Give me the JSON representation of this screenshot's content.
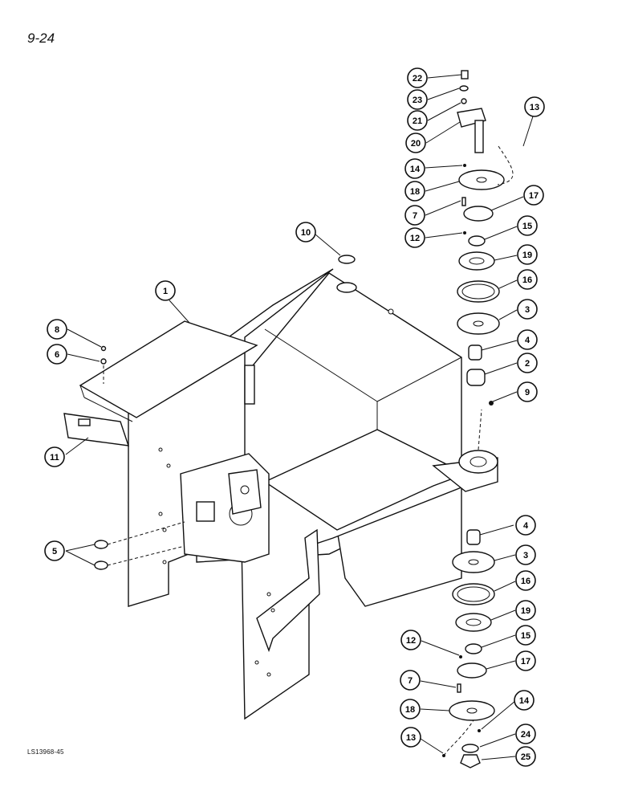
{
  "page_number": "9-24",
  "reference_code": "LS13968-45",
  "callouts": [
    {
      "id": "c22a",
      "label": "22"
    },
    {
      "id": "c23",
      "label": "23"
    },
    {
      "id": "c21",
      "label": "21"
    },
    {
      "id": "c20",
      "label": "20"
    },
    {
      "id": "c13a",
      "label": "13"
    },
    {
      "id": "c14a",
      "label": "14"
    },
    {
      "id": "c18a",
      "label": "18"
    },
    {
      "id": "c17a",
      "label": "17"
    },
    {
      "id": "c7a",
      "label": "7"
    },
    {
      "id": "c15a",
      "label": "15"
    },
    {
      "id": "c12a",
      "label": "12"
    },
    {
      "id": "c10",
      "label": "10"
    },
    {
      "id": "c19a",
      "label": "19"
    },
    {
      "id": "c16a",
      "label": "16"
    },
    {
      "id": "c1",
      "label": "1"
    },
    {
      "id": "c3a",
      "label": "3"
    },
    {
      "id": "c8",
      "label": "8"
    },
    {
      "id": "c4a",
      "label": "4"
    },
    {
      "id": "c6",
      "label": "6"
    },
    {
      "id": "c2",
      "label": "2"
    },
    {
      "id": "c9",
      "label": "9"
    },
    {
      "id": "c11",
      "label": "11"
    },
    {
      "id": "c4b",
      "label": "4"
    },
    {
      "id": "c5",
      "label": "5"
    },
    {
      "id": "c3b",
      "label": "3"
    },
    {
      "id": "c16b",
      "label": "16"
    },
    {
      "id": "c19b",
      "label": "19"
    },
    {
      "id": "c12b",
      "label": "12"
    },
    {
      "id": "c15b",
      "label": "15"
    },
    {
      "id": "c17b",
      "label": "17"
    },
    {
      "id": "c7b",
      "label": "7"
    },
    {
      "id": "c18b",
      "label": "18"
    },
    {
      "id": "c14b",
      "label": "14"
    },
    {
      "id": "c24",
      "label": "24"
    },
    {
      "id": "c13b",
      "label": "13"
    },
    {
      "id": "c25",
      "label": "25"
    }
  ]
}
